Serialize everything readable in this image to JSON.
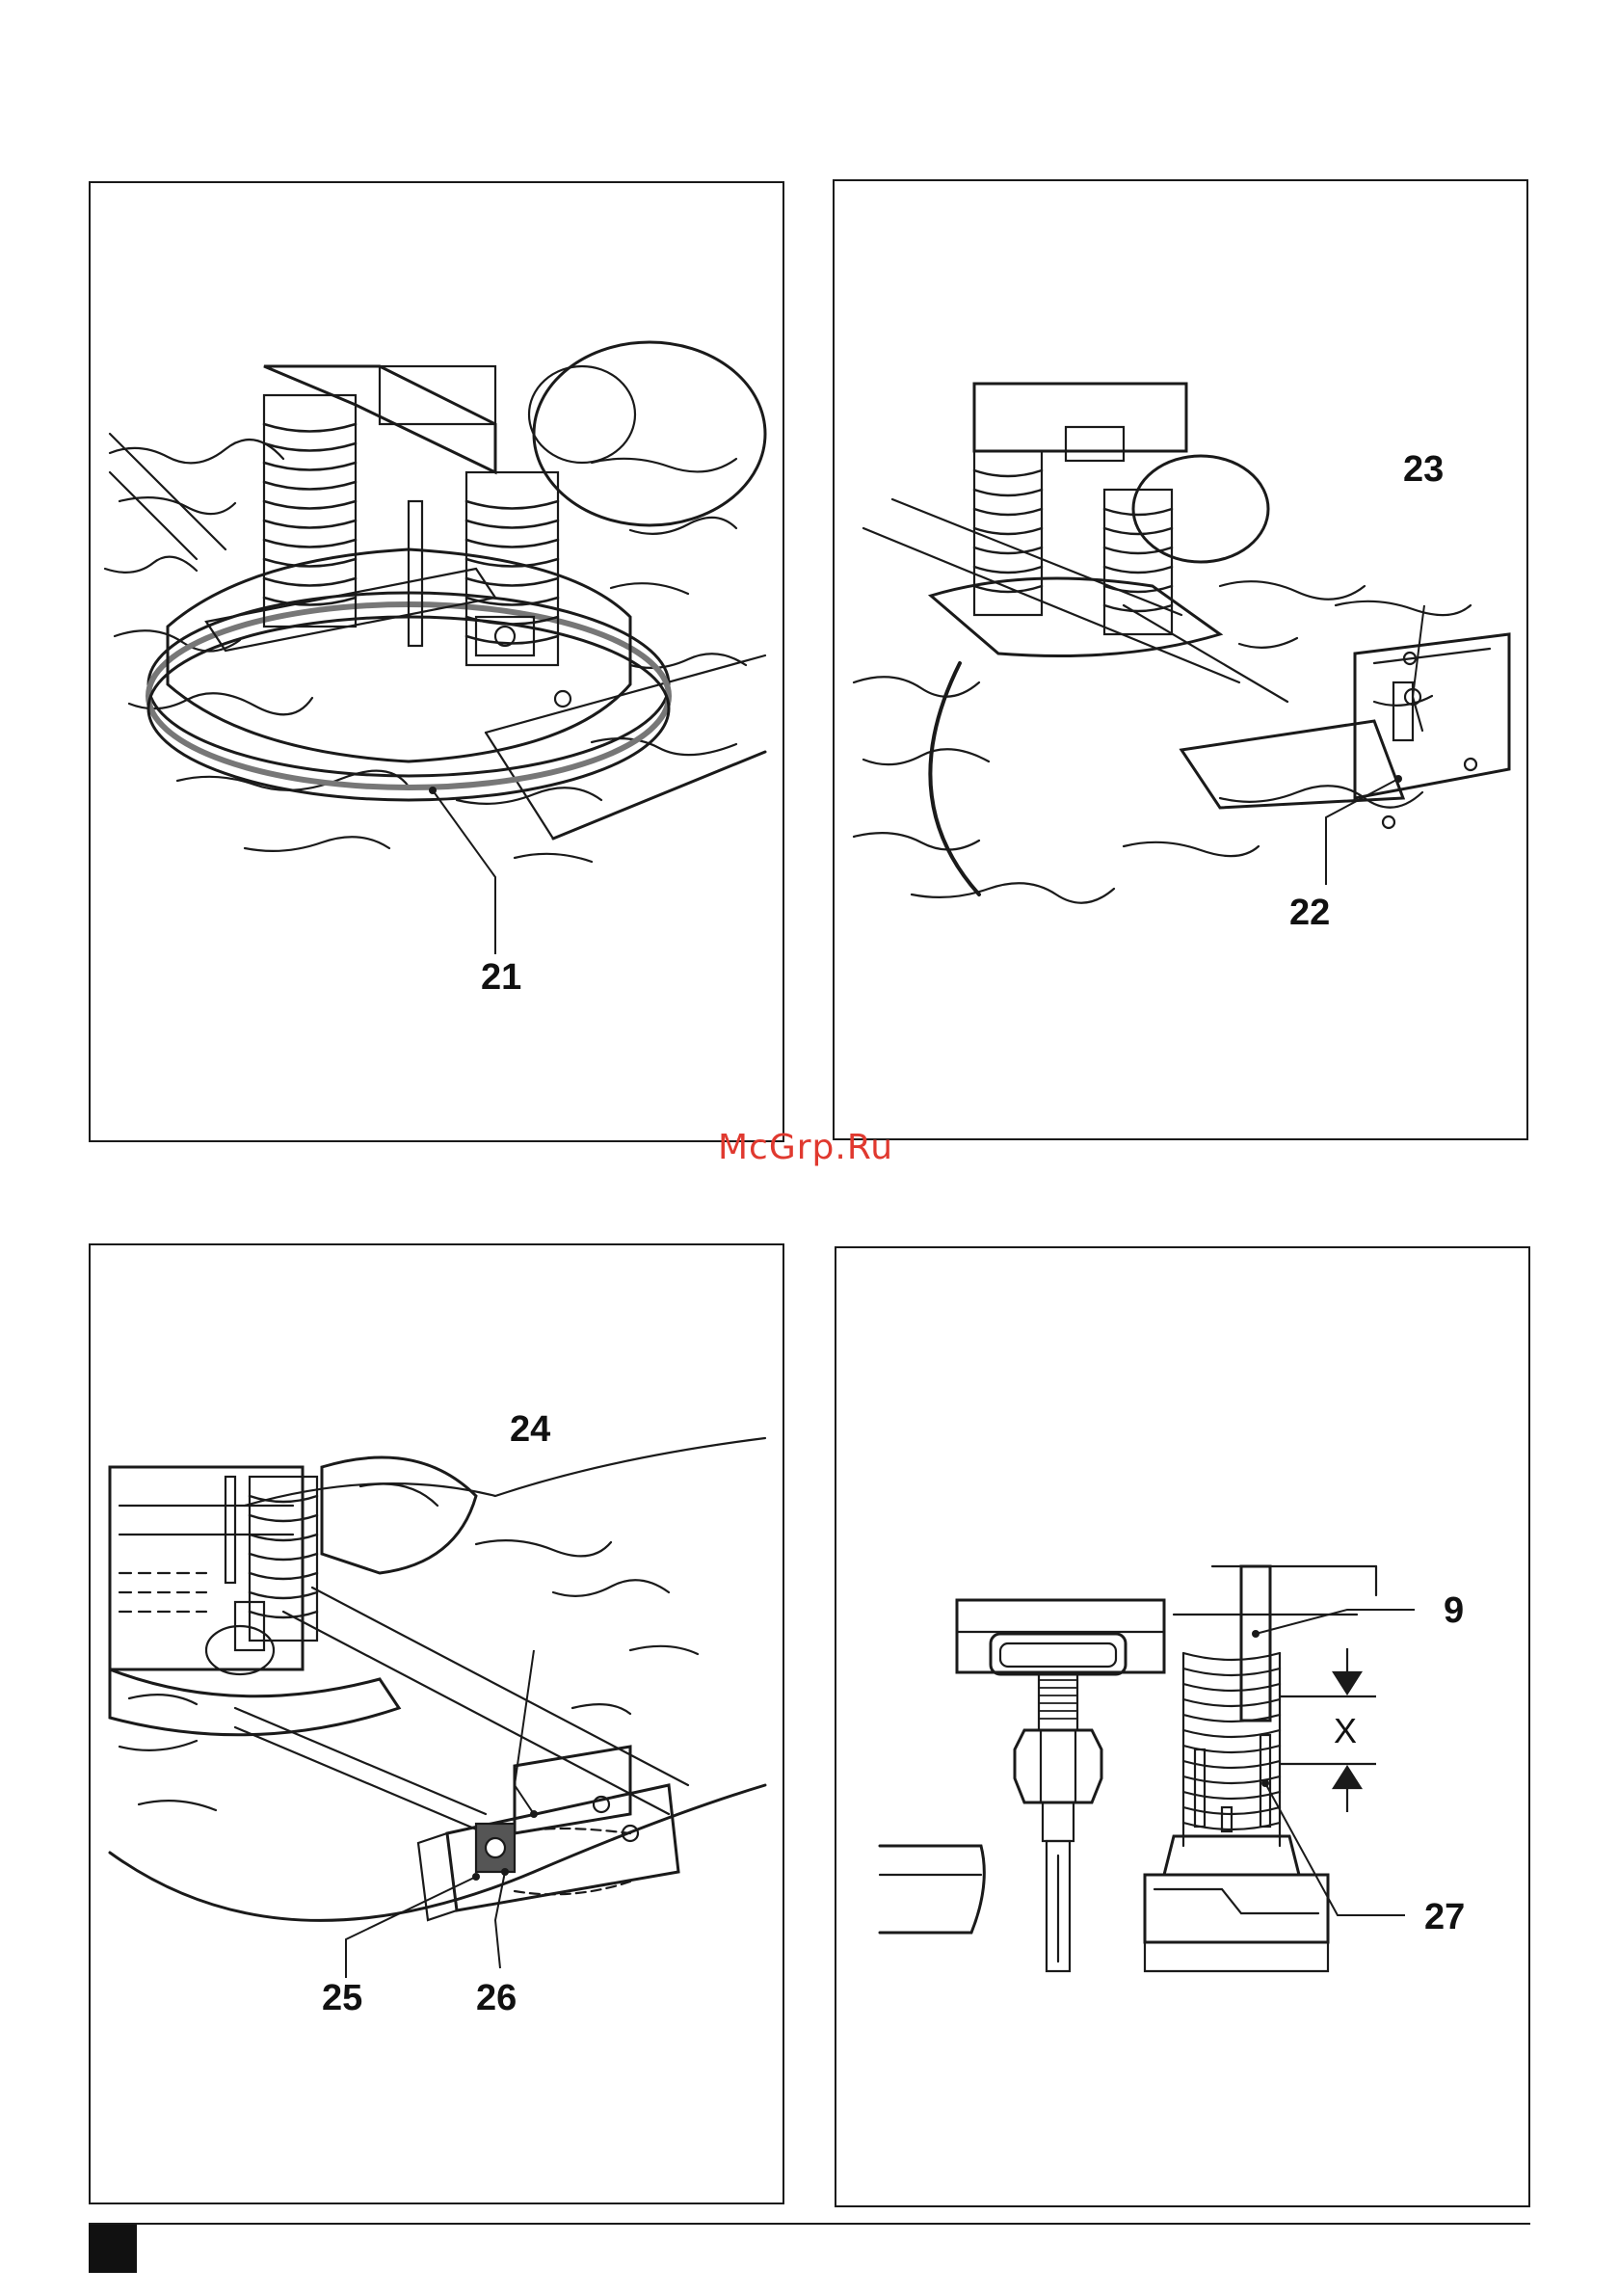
{
  "watermark": "McGrp.Ru",
  "figures": [
    {
      "id": "fig-a",
      "callouts": [
        "21"
      ]
    },
    {
      "id": "fig-b",
      "callouts": [
        "22",
        "23"
      ]
    },
    {
      "id": "fig-c",
      "callouts": [
        "24",
        "25",
        "26"
      ]
    },
    {
      "id": "fig-d",
      "callouts": [
        "9",
        "27"
      ],
      "dimension_label": "X"
    }
  ],
  "colors": {
    "line": "#1a1a1a",
    "watermark": "#e0392f"
  }
}
